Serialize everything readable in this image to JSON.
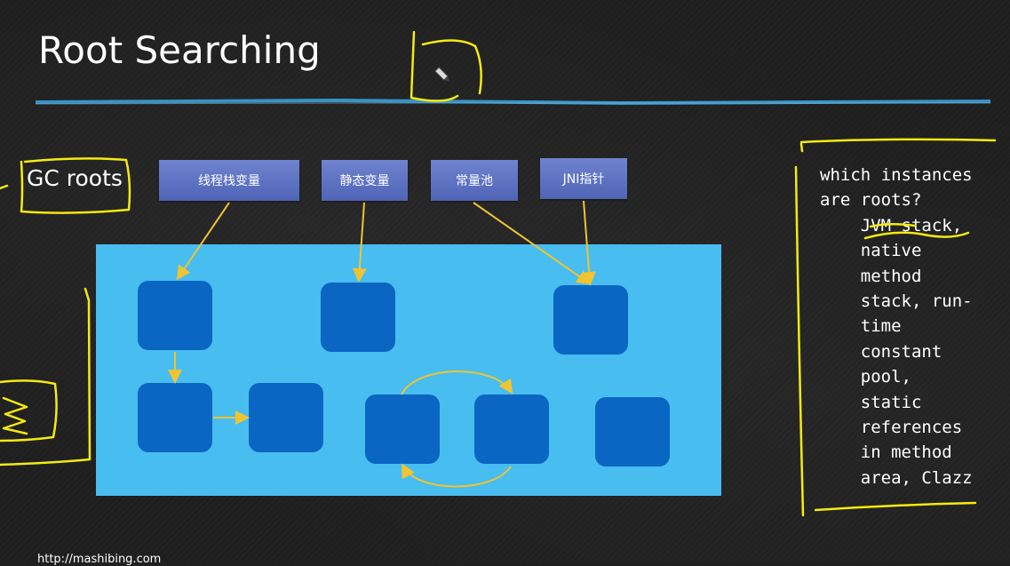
{
  "slide": {
    "title": "Root Searching",
    "gc_roots_label": "GC roots",
    "root_boxes": [
      {
        "label": "线程栈变量"
      },
      {
        "label": "静态变量"
      },
      {
        "label": "常量池"
      },
      {
        "label": "JNI指针"
      }
    ],
    "side_note_lines": [
      "which instances",
      "are roots?",
      "    JVM stack,",
      "    native",
      "    method",
      "    stack, run-",
      "    time",
      "    constant",
      "    pool,",
      "    static",
      "    references",
      "    in method",
      "    area, Clazz"
    ],
    "url": "http://mashibing.com"
  },
  "colors": {
    "background": "#1f1f1f",
    "heap": "#47bdf0",
    "node": "#0a66c2",
    "root_box": "#5a6fc2",
    "arrow": "#f0c431",
    "annotation": "#f5ea10",
    "divider": "#3aa0d8"
  }
}
